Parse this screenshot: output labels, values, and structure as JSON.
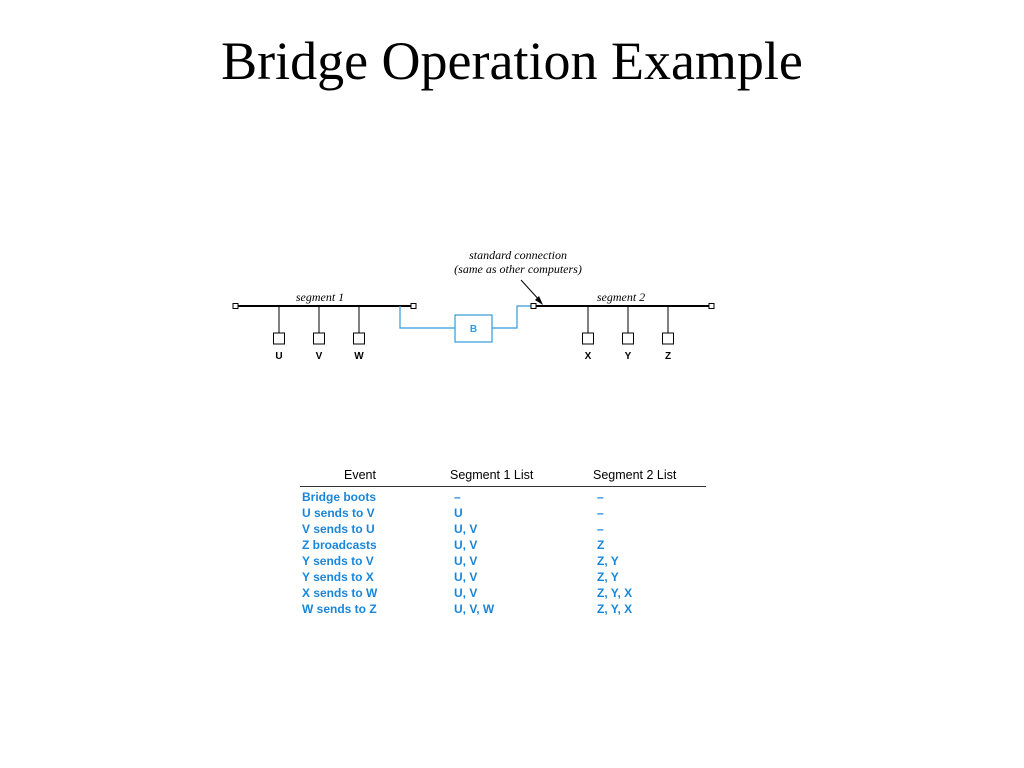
{
  "title": "Bridge Operation Example",
  "diagram": {
    "segment1_label": "segment 1",
    "segment2_label": "segment 2",
    "bridge_label": "B",
    "callout_line1": "standard connection",
    "callout_line2": "(same as other computers)",
    "segment1_hosts": [
      "U",
      "V",
      "W"
    ],
    "segment2_hosts": [
      "X",
      "Y",
      "Z"
    ],
    "colors": {
      "bridge": "#3399dd",
      "wire": "#000000"
    }
  },
  "table": {
    "headers": [
      "Event",
      "Segment 1 List",
      "Segment 2 List"
    ],
    "rows": [
      [
        "Bridge boots",
        "–",
        "–"
      ],
      [
        "U sends to V",
        "U",
        "–"
      ],
      [
        "V sends to U",
        "U, V",
        "–"
      ],
      [
        "Z broadcasts",
        "U, V",
        "Z"
      ],
      [
        "Y sends to V",
        "U, V",
        "Z, Y"
      ],
      [
        "Y sends to X",
        "U, V",
        "Z, Y"
      ],
      [
        "X sends to W",
        "U, V",
        "Z, Y, X"
      ],
      [
        "W sends to Z",
        "U, V, W",
        "Z, Y, X"
      ]
    ],
    "row_color": "#1a86d9"
  }
}
